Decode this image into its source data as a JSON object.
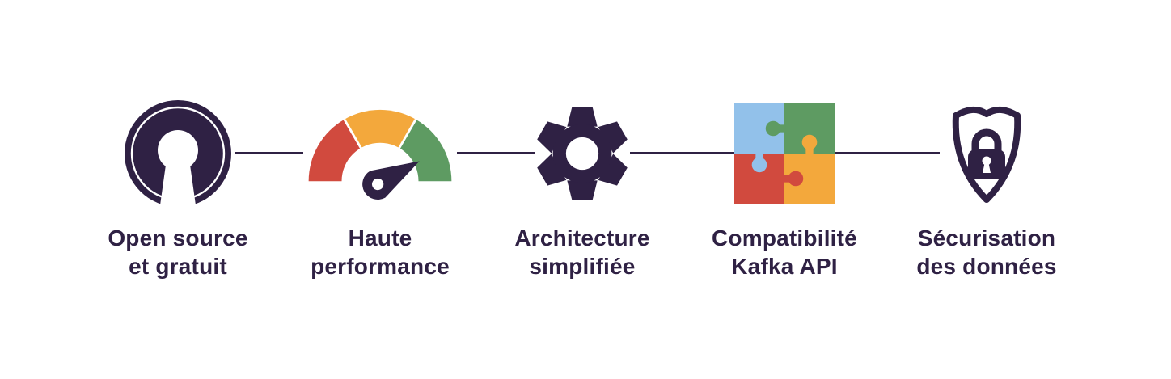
{
  "diagram": {
    "type": "feature-row-infographic",
    "background": "#FFFFFF",
    "connector_color": "#2F2144",
    "colors": {
      "dark_purple": "#2F2144",
      "red": "#D14A3E",
      "orange": "#F3A83C",
      "green": "#5E9B62",
      "light_blue": "#92C1EA",
      "white": "#FFFFFF"
    },
    "features": [
      {
        "icon": "open-source-icon",
        "line1": "Open source",
        "line2": "et gratuit"
      },
      {
        "icon": "speedometer-icon",
        "line1": "Haute",
        "line2": "performance"
      },
      {
        "icon": "gear-icon",
        "line1": "Architecture",
        "line2": "simplifiée"
      },
      {
        "icon": "puzzle-icon",
        "line1": "Compatibilité",
        "line2": "Kafka API"
      },
      {
        "icon": "shield-lock-icon",
        "line1": "Sécurisation",
        "line2": "des données"
      }
    ]
  }
}
